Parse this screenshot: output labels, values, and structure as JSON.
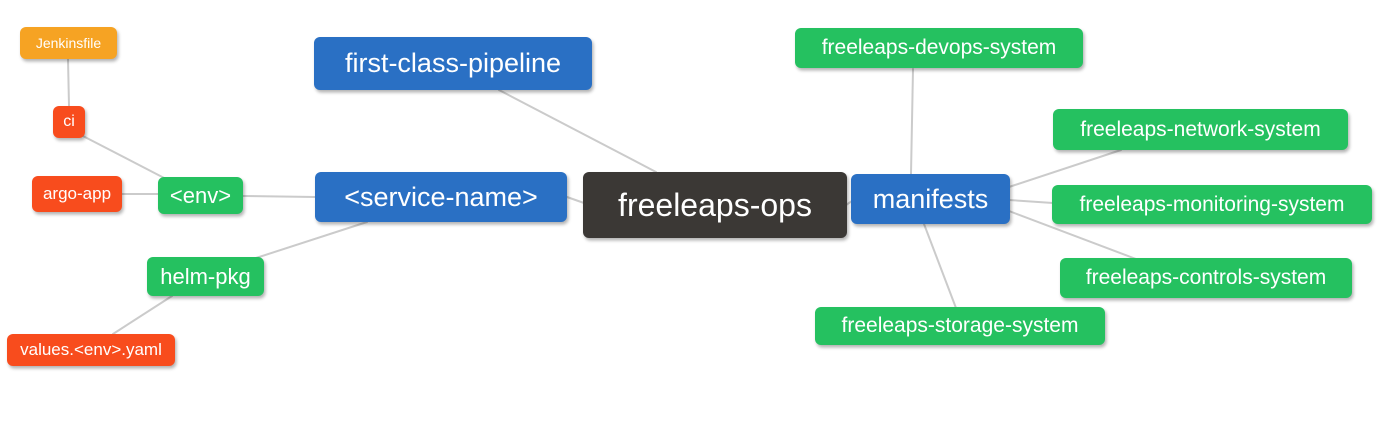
{
  "diagram": {
    "type": "mindmap",
    "root": "freeleaps-ops",
    "colors": {
      "blue": "#2a70c4",
      "green": "#25c160",
      "red": "#f84c1d",
      "orange": "#f6a323",
      "dark": "#3b3835",
      "edge": "#cbcbcb",
      "text": "#ffffff",
      "background": "#ffffff"
    },
    "nodes": [
      {
        "id": "jenkinsfile",
        "label": "Jenkinsfile",
        "color": "orange"
      },
      {
        "id": "ci",
        "label": "ci",
        "color": "red"
      },
      {
        "id": "argo-app",
        "label": "argo-app",
        "color": "red"
      },
      {
        "id": "env",
        "label": "<env>",
        "color": "green"
      },
      {
        "id": "helm-pkg",
        "label": "helm-pkg",
        "color": "green"
      },
      {
        "id": "values-env-yaml",
        "label": "values.<env>.yaml",
        "color": "red"
      },
      {
        "id": "first-class-pipeline",
        "label": "first-class-pipeline",
        "color": "blue"
      },
      {
        "id": "service-name",
        "label": "<service-name>",
        "color": "blue"
      },
      {
        "id": "freeleaps-ops",
        "label": "freeleaps-ops",
        "color": "dark"
      },
      {
        "id": "manifests",
        "label": "manifests",
        "color": "blue"
      },
      {
        "id": "freeleaps-devops-system",
        "label": "freeleaps-devops-system",
        "color": "green"
      },
      {
        "id": "freeleaps-network-system",
        "label": "freeleaps-network-system",
        "color": "green"
      },
      {
        "id": "freeleaps-monitoring-system",
        "label": "freeleaps-monitoring-system",
        "color": "green"
      },
      {
        "id": "freeleaps-controls-system",
        "label": "freeleaps-controls-system",
        "color": "green"
      },
      {
        "id": "freeleaps-storage-system",
        "label": "freeleaps-storage-system",
        "color": "green"
      }
    ],
    "edges": [
      {
        "from": "jenkinsfile",
        "to": "ci"
      },
      {
        "from": "ci",
        "to": "env"
      },
      {
        "from": "argo-app",
        "to": "env"
      },
      {
        "from": "env",
        "to": "service-name"
      },
      {
        "from": "helm-pkg",
        "to": "service-name"
      },
      {
        "from": "values-env-yaml",
        "to": "helm-pkg"
      },
      {
        "from": "first-class-pipeline",
        "to": "freeleaps-ops"
      },
      {
        "from": "service-name",
        "to": "freeleaps-ops"
      },
      {
        "from": "freeleaps-ops",
        "to": "manifests"
      },
      {
        "from": "manifests",
        "to": "freeleaps-devops-system"
      },
      {
        "from": "manifests",
        "to": "freeleaps-network-system"
      },
      {
        "from": "manifests",
        "to": "freeleaps-monitoring-system"
      },
      {
        "from": "manifests",
        "to": "freeleaps-controls-system"
      },
      {
        "from": "manifests",
        "to": "freeleaps-storage-system"
      }
    ]
  }
}
